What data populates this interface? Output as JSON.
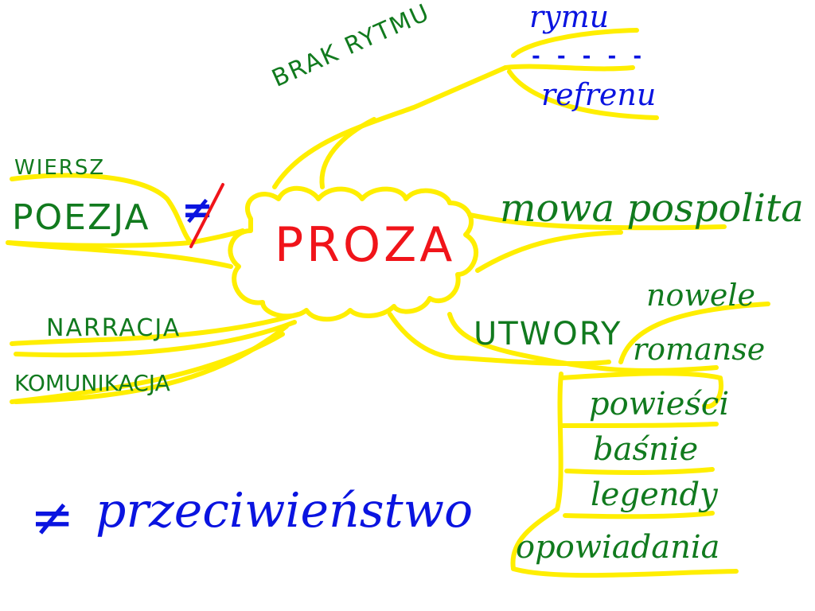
{
  "colors": {
    "branch": "#ffee00",
    "label": "#117a1e",
    "center": "#f0141a",
    "annotation": "#0a14e0"
  },
  "center": {
    "label": "PROZA"
  },
  "branches": {
    "brak_rytmu": {
      "label": "BRAK RYTMU",
      "children": [
        "rymu",
        "refrenu"
      ],
      "separator": "- - - - -"
    },
    "wiersz": {
      "label": "WIERSZ"
    },
    "poezja": {
      "label": "POEZJA"
    },
    "not_equal": {
      "symbol": "≠"
    },
    "narracja": {
      "label": "NARRACJA"
    },
    "komunikacja": {
      "label": "KOMUNIKACJA"
    },
    "mowa": {
      "label": "mowa pospolita"
    },
    "utwory": {
      "label": "UTWORY",
      "children": [
        "nowele",
        "romanse",
        "powieści",
        "baśnie",
        "legendy",
        "opowiadania"
      ]
    }
  },
  "legend": {
    "symbol": "≠",
    "text": "przeciwieństwo"
  }
}
